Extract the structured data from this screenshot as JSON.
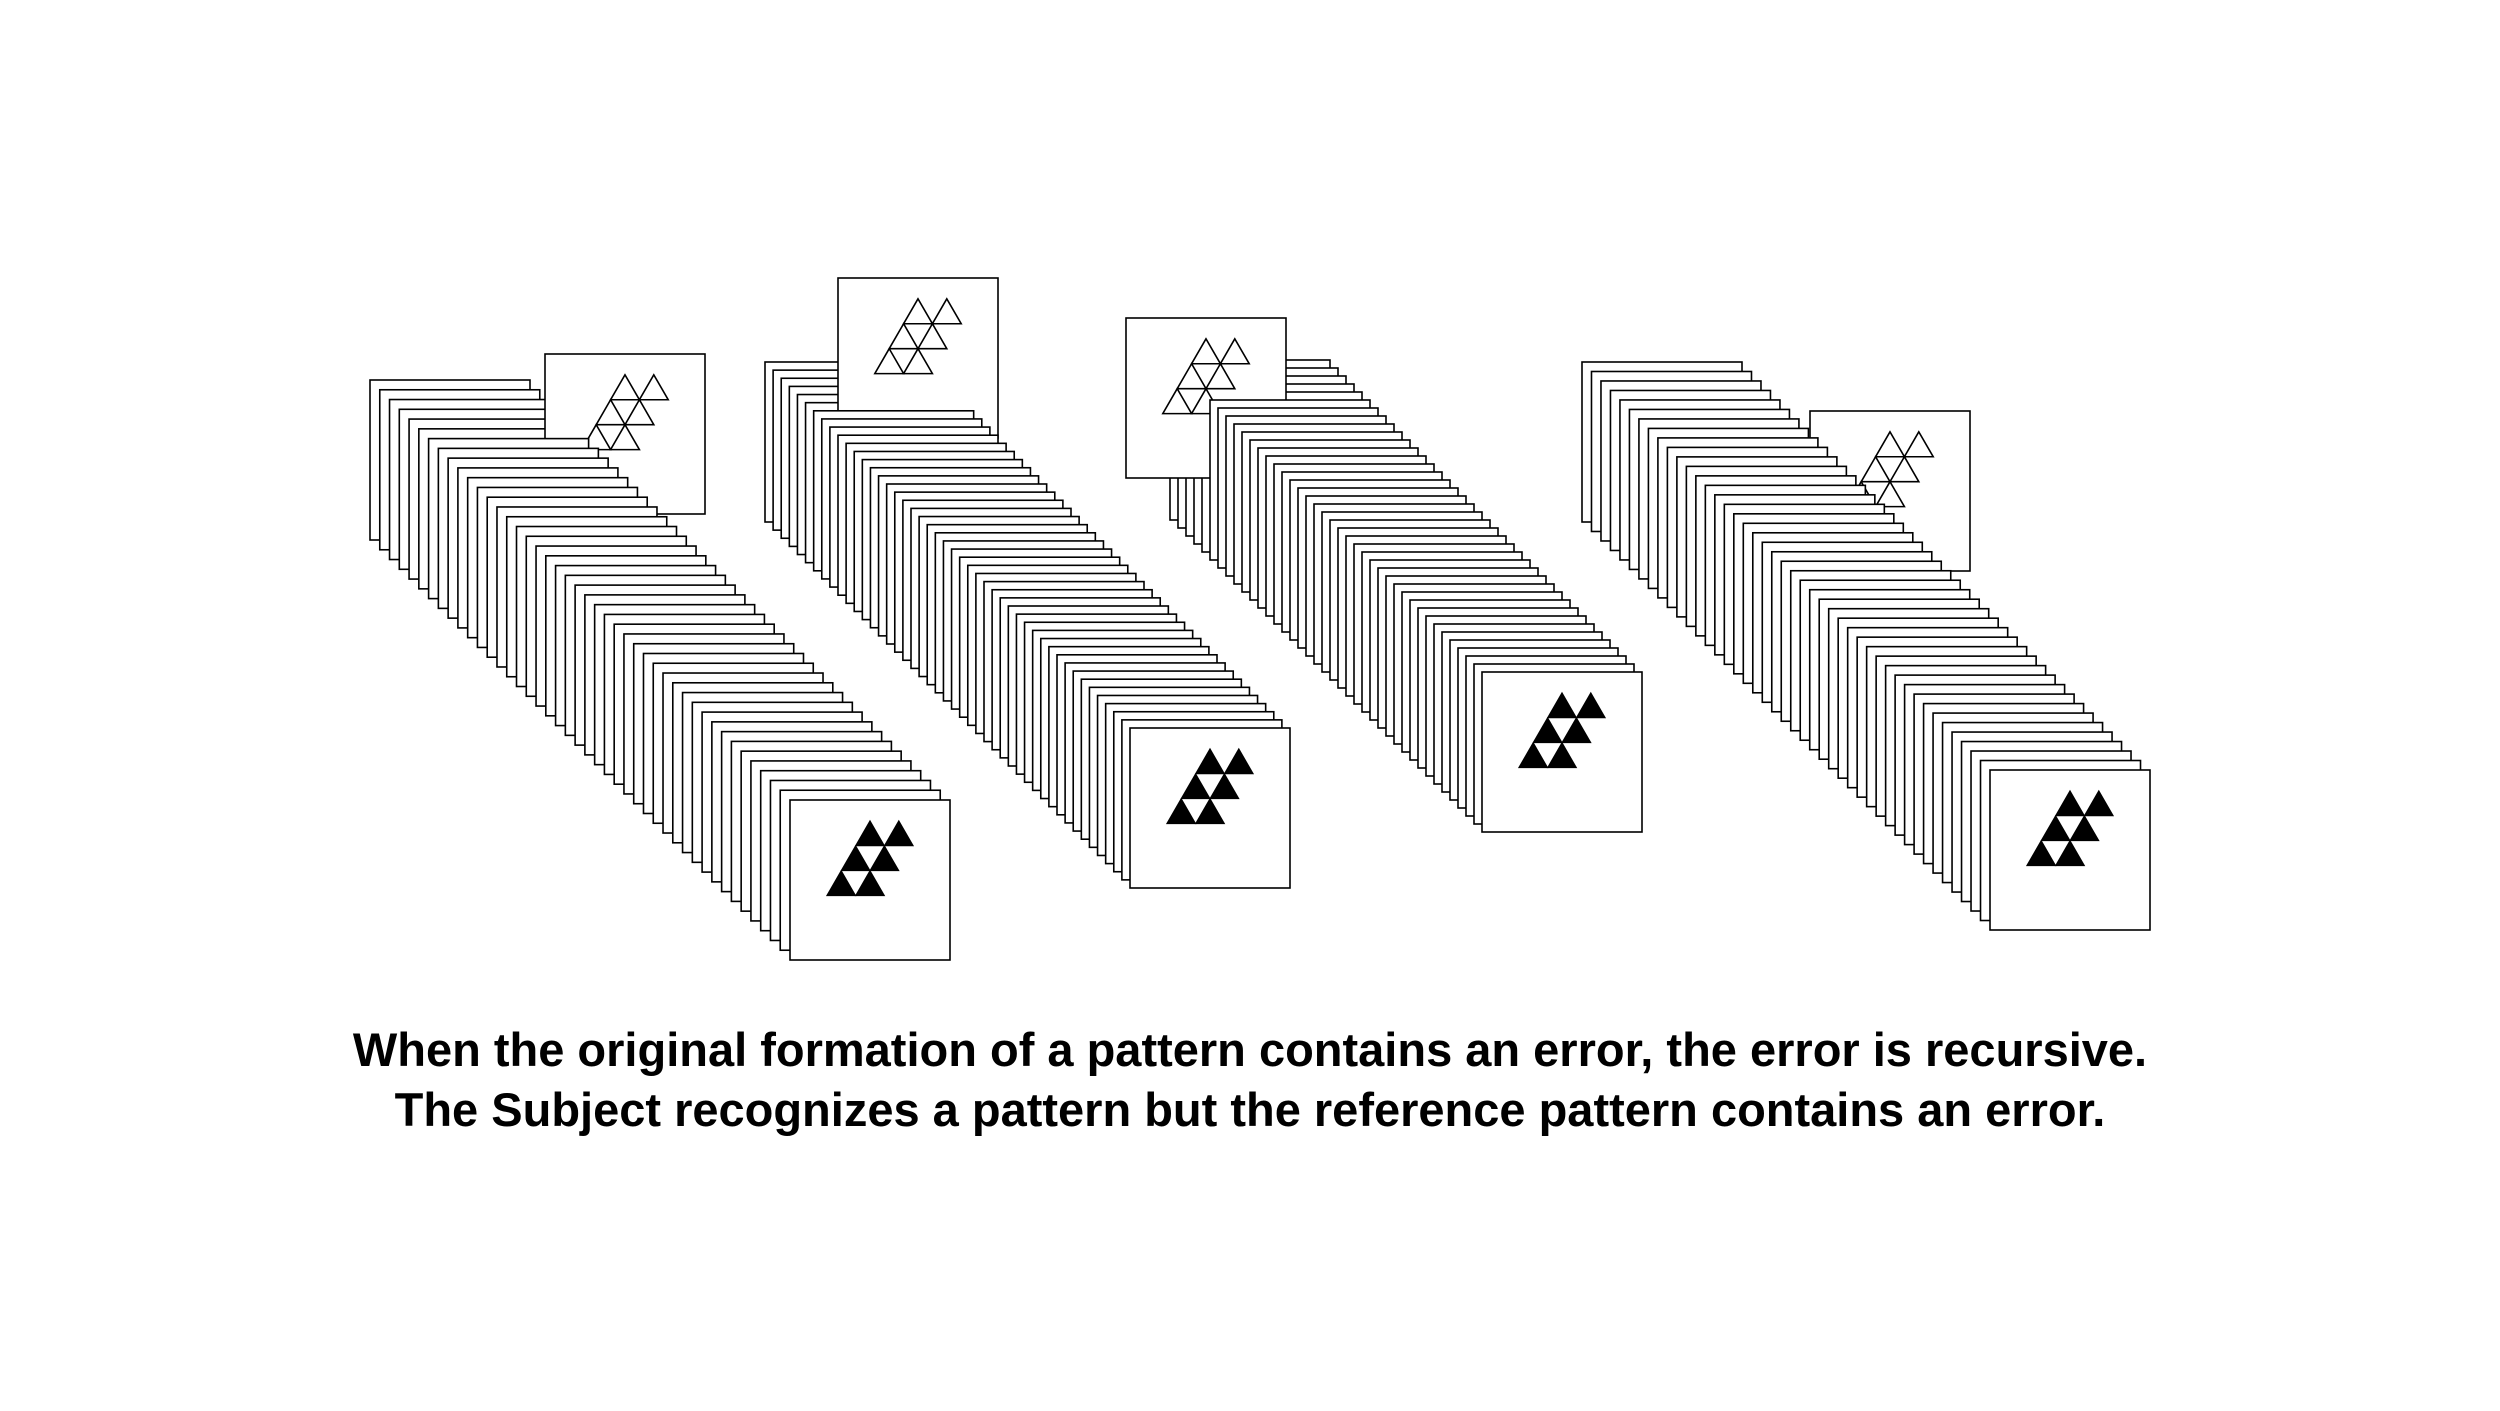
{
  "caption": {
    "line1": "When the original formation of a pattern contains an error, the error is recursive.",
    "line2": "The Subject recognizes a pattern but the reference pattern contains an error."
  },
  "colors": {
    "background": "#ffffff",
    "card_fill": "#ffffff",
    "card_stroke": "#000000",
    "filled_triangle": "#000000"
  },
  "illustration": {
    "stack_count": 4,
    "pattern": "six-triangle arrangement",
    "icons": [
      "outline-triangle-pattern-icon",
      "filled-triangle-pattern-icon"
    ]
  }
}
